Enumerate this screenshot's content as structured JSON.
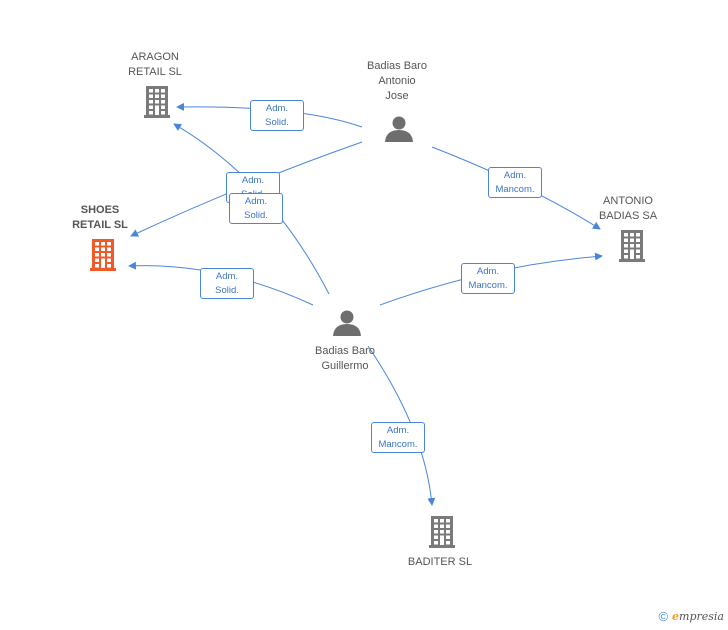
{
  "colors": {
    "company": "#7a7a7a",
    "focus_company": "#f05a28",
    "person": "#6e6e6e",
    "edge": "#4a86d8",
    "label_text": "#555555"
  },
  "nodes": [
    {
      "id": "aragon",
      "type": "company",
      "label": "ARAGON\nRETAIL SL",
      "icon": "building-icon"
    },
    {
      "id": "shoes",
      "type": "company",
      "focus": true,
      "label": "SHOES\nRETAIL SL",
      "icon": "building-icon"
    },
    {
      "id": "antonio-sa",
      "type": "company",
      "label": "ANTONIO\nBADIAS SA",
      "icon": "building-icon"
    },
    {
      "id": "baditer",
      "type": "company",
      "label": "BADITER SL",
      "icon": "building-icon"
    },
    {
      "id": "jose",
      "type": "person",
      "label": "Badias Baro\nAntonio\nJose",
      "icon": "person-icon"
    },
    {
      "id": "guillermo",
      "type": "person",
      "label": "Badias Baro\nGuillermo",
      "icon": "person-icon"
    }
  ],
  "relations": [
    {
      "id": "r1",
      "from": "jose",
      "to": "aragon",
      "label": "Adm.\nSolid."
    },
    {
      "id": "r2",
      "from": "jose",
      "to": "shoes",
      "label": "Adm.\nSolid."
    },
    {
      "id": "r3",
      "from": "jose",
      "to": "antonio-sa",
      "label": "Adm.\nMancom."
    },
    {
      "id": "r4",
      "from": "guillermo",
      "to": "aragon",
      "label": "Adm.\nSolid."
    },
    {
      "id": "r5",
      "from": "guillermo",
      "to": "shoes",
      "label": "Adm.\nSolid."
    },
    {
      "id": "r6",
      "from": "guillermo",
      "to": "antonio-sa",
      "label": "Adm.\nMancom."
    },
    {
      "id": "r7",
      "from": "guillermo",
      "to": "baditer",
      "label": "Adm.\nMancom."
    }
  ],
  "footer": {
    "copyright_symbol": "©",
    "brand_initial": "e",
    "brand_rest": "mpresia"
  }
}
